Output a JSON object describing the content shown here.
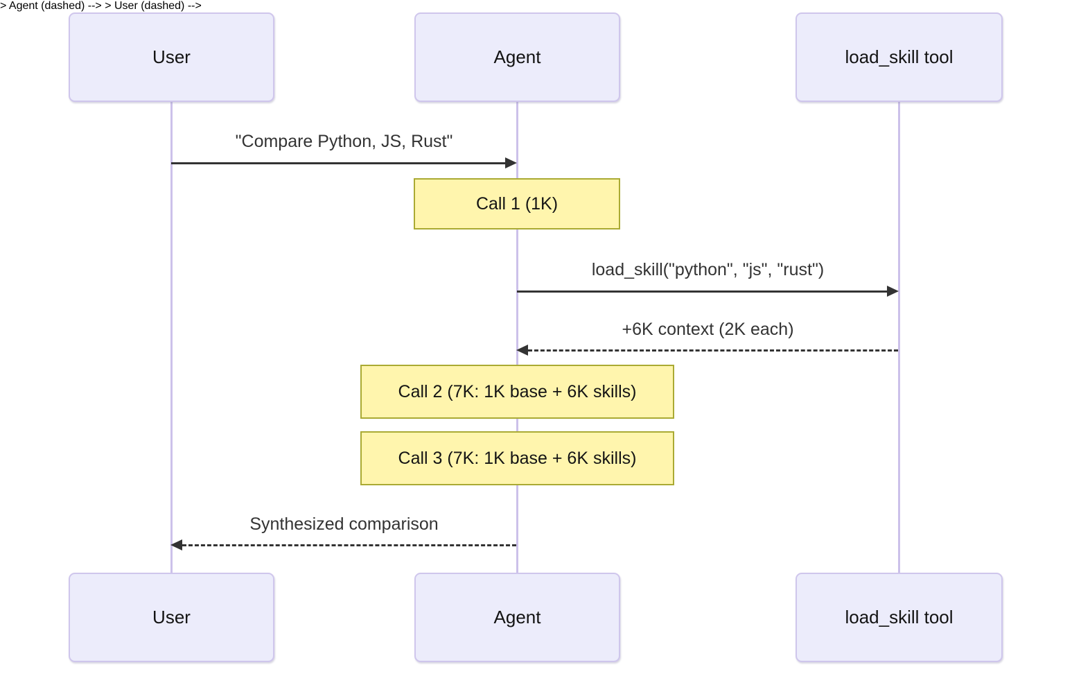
{
  "diagram": {
    "type": "sequence-diagram",
    "background": "#ffffff",
    "colors": {
      "actor_fill": "#ececfb",
      "actor_border": "#cfc6ec",
      "lifeline": "#ccc1ea",
      "note_fill": "#fff5ad",
      "note_border": "#aaaa33",
      "arrow": "#333333",
      "message_text": "#333333"
    },
    "actors": [
      {
        "id": "user",
        "label": "User"
      },
      {
        "id": "agent",
        "label": "Agent"
      },
      {
        "id": "tool",
        "label": "load_skill tool"
      }
    ],
    "messages": [
      {
        "from": "User",
        "to": "Agent",
        "style": "solid",
        "text": "\"Compare Python, JS, Rust\""
      },
      {
        "from": "Agent",
        "to": "load_skill tool",
        "style": "solid",
        "text": "load_skill(\"python\", \"js\", \"rust\")"
      },
      {
        "from": "load_skill tool",
        "to": "Agent",
        "style": "dashed",
        "text": "+6K context (2K each)"
      },
      {
        "from": "Agent",
        "to": "User",
        "style": "dashed",
        "text": "Synthesized comparison"
      }
    ],
    "notes": [
      {
        "over": "Agent",
        "text": "Call 1 (1K)"
      },
      {
        "over": "Agent",
        "text": "Call 2 (7K: 1K base + 6K skills)"
      },
      {
        "over": "Agent",
        "text": "Call 3 (7K: 1K base + 6K skills)"
      }
    ]
  }
}
